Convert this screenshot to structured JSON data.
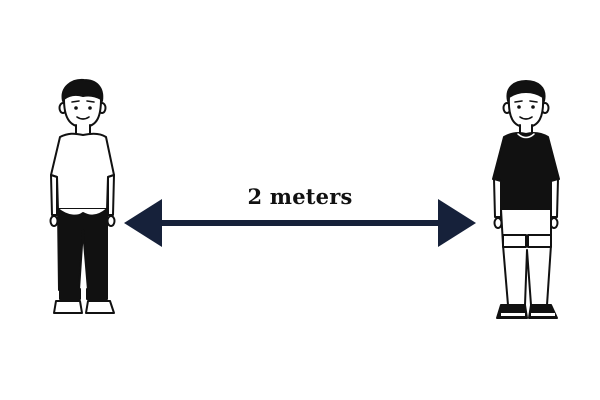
{
  "distance": {
    "label": "2 meters"
  },
  "figures": [
    {
      "name": "person-left",
      "shirt": "white",
      "pants": "black",
      "shoes": "white"
    },
    {
      "name": "person-right",
      "shirt": "black",
      "pants": "white",
      "shoes": "black"
    }
  ],
  "colors": {
    "arrow": "#16213a",
    "outline": "#111111",
    "background": "#ffffff"
  },
  "icons": [
    "double-arrow-icon"
  ]
}
